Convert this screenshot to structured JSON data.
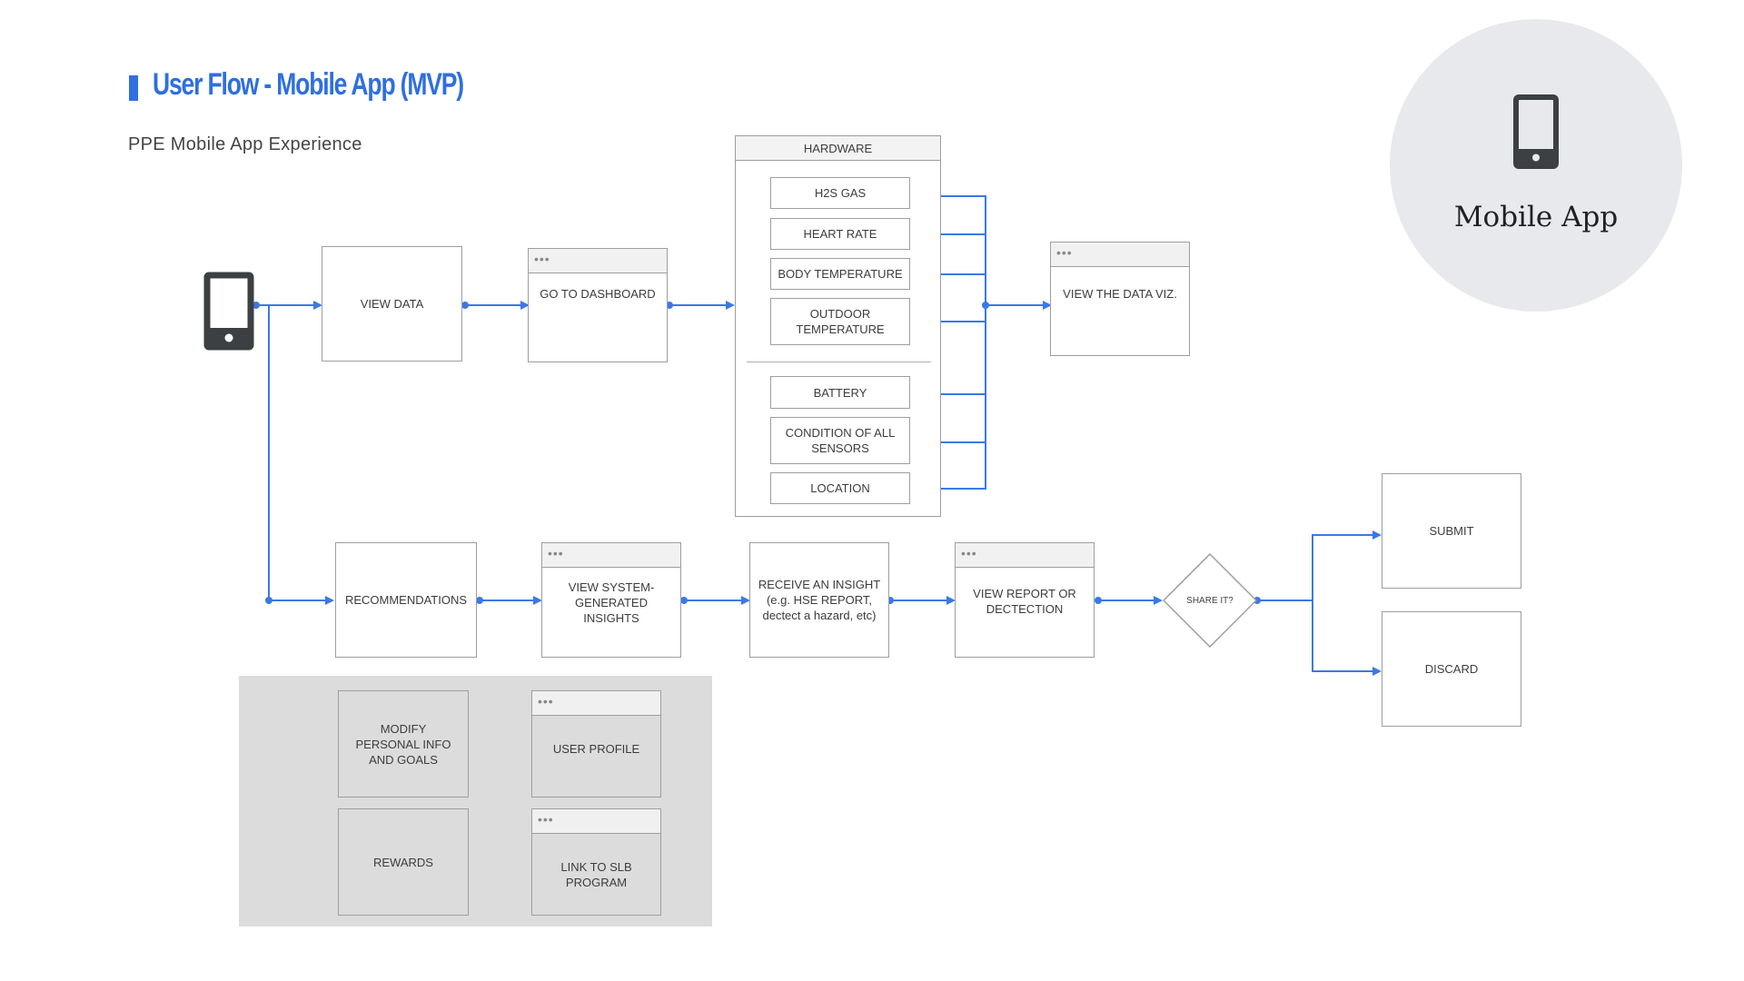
{
  "header": {
    "title": "User Flow - Mobile App (MVP)",
    "subtitle": "PPE Mobile App Experience"
  },
  "badge": {
    "label": "Mobile App",
    "icon": "mobile-phone-icon"
  },
  "colors": {
    "accent": "#2f6fe0",
    "connector": "#3b78e7",
    "box_border": "#9e9e9e",
    "grey_panel": "#dcdcdd",
    "badge_bg": "#e8e9ec",
    "icon_dark": "#3c4043"
  },
  "start_icon": "mobile-phone-icon",
  "flow_top": {
    "view_data": "VIEW DATA",
    "go_to_dashboard": "GO TO DASHBOARD",
    "view_data_viz": "VIEW THE DATA VIZ."
  },
  "hardware": {
    "title": "HARDWARE",
    "items": [
      "H2S GAS",
      "HEART RATE",
      "BODY TEMPERATURE",
      "OUTDOOR TEMPERATURE",
      "BATTERY",
      "CONDITION OF ALL SENSORS",
      "LOCATION"
    ]
  },
  "flow_bottom": {
    "recommendations": "RECOMMENDATIONS",
    "view_insights": "VIEW SYSTEM-GENERATED INSIGHTS",
    "receive_insight": "RECEIVE AN INSIGHT (e.g. HSE REPORT, dectect a hazard, etc)",
    "view_report": "VIEW REPORT OR DECTECTION",
    "decision": "SHARE IT?",
    "submit": "SUBMIT",
    "discard": "DISCARD"
  },
  "profile_section": {
    "modify_info": "MODIFY PERSONAL INFO AND GOALS",
    "user_profile": "USER PROFILE",
    "rewards": "REWARDS",
    "link_program": "LINK TO SLB PROGRAM"
  }
}
